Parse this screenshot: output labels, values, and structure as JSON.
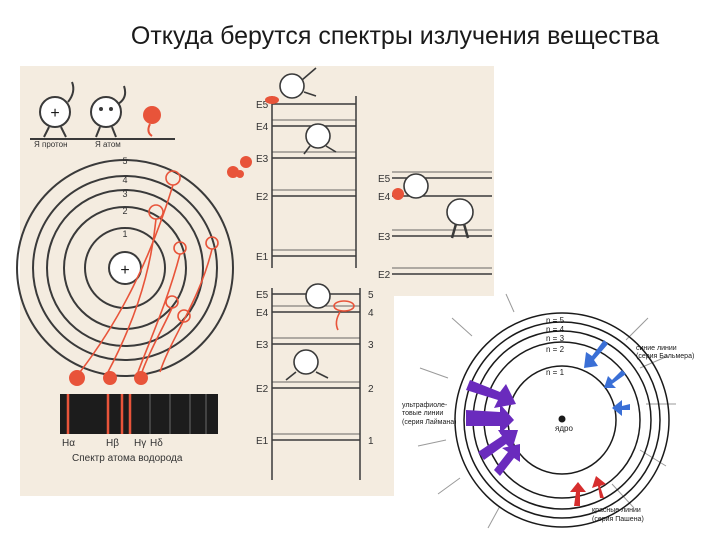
{
  "slide": {
    "title": "Откуда берутся спектры излучения вещества"
  },
  "left_panel": {
    "captions": {
      "proton": "Я протон",
      "atom": "Я атом"
    },
    "orbit_numbers": [
      "5",
      "4",
      "3",
      "2",
      "1"
    ],
    "nucleus_symbol": "+",
    "spectrum_lines": [
      "Hα",
      "Hβ",
      "Hγ",
      "Hδ"
    ],
    "spectrum_caption": "Спектр атома водорода"
  },
  "ladder_top": {
    "levels": [
      "E5",
      "E4",
      "E3",
      "E2",
      "E1"
    ],
    "side_levels": [
      "E5",
      "E4",
      "E3",
      "E2"
    ]
  },
  "ladder_bottom": {
    "levels": [
      "E5",
      "E4",
      "E3",
      "E2",
      "E1"
    ],
    "right_numbers": [
      "5",
      "4",
      "3",
      "2",
      "1"
    ]
  },
  "right_diagram": {
    "levels": [
      "n = 5",
      "n = 4",
      "n = 3",
      "n = 2",
      "n = 1"
    ],
    "nucleus_label": "ядро",
    "series": [
      {
        "line1": "синие линии",
        "line2": "(серия Бальмера)"
      },
      {
        "line1": "ультрафиоле-",
        "line2": "товые линии",
        "line3": "(серия Лаймана)"
      },
      {
        "line1": "красные линии",
        "line2": "(серия Пашена)"
      }
    ]
  },
  "colors": {
    "paper": "#f4ece0",
    "ink": "#3a3a3a",
    "photon_red": "#e8543a",
    "lyman_violet": "#6a2bbd",
    "balmer_blue": "#3a6fd6",
    "paschen_red": "#d62e2e"
  }
}
